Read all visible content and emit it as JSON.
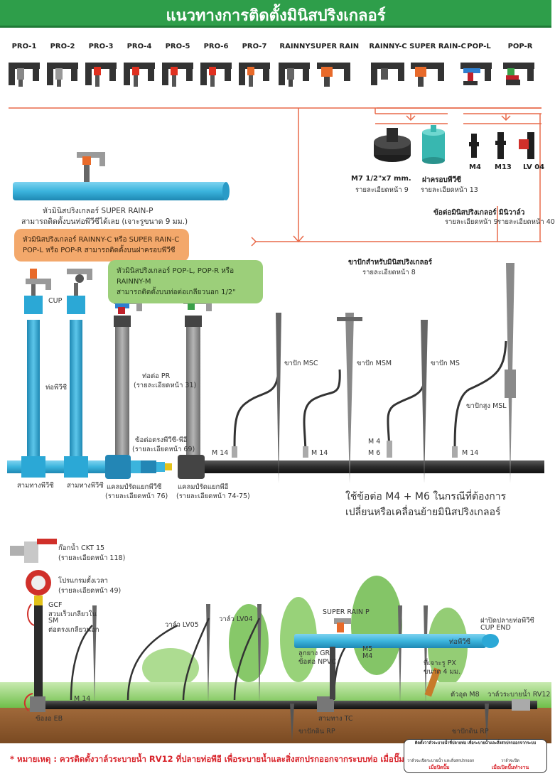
{
  "page_title": "แนวทางการติดตั้งมินิสปริงเกลอร์",
  "models": [
    "PRO-1",
    "PRO-2",
    "PRO-3",
    "PRO-4",
    "PRO-5",
    "PRO-6",
    "PRO-7",
    "RAINNY",
    "SUPER RAIN",
    "RAINNY-C",
    "SUPER RAIN-C",
    "POP-L",
    "POP-R"
  ],
  "accessories": {
    "m7": {
      "name": "M7  1/2\"x7 mm.",
      "ref": "รายละเอียดหน้า 9"
    },
    "cap": {
      "name": "ฝาครอบพีวีซี",
      "ref": "รายละเอียดหน้า 13"
    },
    "connectors": [
      "M4",
      "M13",
      "LV 04"
    ],
    "connector_caption": "ข้อต่อมินิสปริงเกลอร์",
    "connector_ref": "รายละเอียดหน้า 9",
    "valve_caption": "มินิวาล์ว",
    "valve_ref": "รายละเอียดหน้า 40"
  },
  "super_rain_p": {
    "line1": "หัวมินิสปริงเกลอร์ SUPER RAIN-P",
    "line2": "สามารถติดตั้งบนท่อพีวีซีได้เลย (เจาะรูขนาด 9 มม.)"
  },
  "bubble_orange": {
    "line1": "หัวมินิสปริงเกลอร์ RAINNY-C หรือ SUPER RAIN-C",
    "line2": "POP-L หรือ POP-R สามารถติดตั้งบนฝาครอบพีวีซี"
  },
  "bubble_green": {
    "line1": "หัวมินิสปริงเกลอร์ POP-L, POP-R หรือ RAINNY-M",
    "line2": "สามารถติดตั้งบนท่อต่อเกลียวนอก 1/2\""
  },
  "stakes_section": {
    "title": "ขาปักสำหรับมินิสปริงเกลอร์",
    "ref": "รายละเอียดหน้า 8"
  },
  "middle_labels": {
    "cup": "CUP",
    "pvc_pipe": "ท่อพีวีซี",
    "pr_pipe": "ท่อต่อ PR",
    "pr_ref": "(รายละเอียดหน้า 31)",
    "straight": "ข้อต่อตรงพีวีซี-พีอี",
    "straight_ref": "(รายละเอียดหน้า 69)",
    "tee1": "สามทางพีวีซี",
    "tee2": "สามทางพีวีซี",
    "clamp_pvc": "แคลมป์รัดแยกพีวีซี",
    "clamp_pvc_ref": "(รายละเอียดหน้า 76)",
    "clamp_pe": "แคลมป์รัดแยกพีอี",
    "clamp_pe_ref": "(รายละเอียดหน้า 74-75)",
    "msc": "ขาปัก MSC",
    "msm": "ขาปัก MSM",
    "ms": "ขาปัก MS",
    "msl": "ขาปักสูง MSL",
    "m14a": "M 14",
    "m14b": "M 14",
    "m14c": "M 14",
    "m4": "M 4",
    "m6": "M 6"
  },
  "note_big": {
    "line1": "ใช้ข้อต่อ M4 + M6 ในกรณีที่ต้องการ",
    "line2": "เปลี่ยนหรือเคลื่อนย้ายมินิสปริงเกลอร์"
  },
  "bottom_labels": {
    "faucet": "ก๊อกน้ำ CKT 15",
    "faucet_ref": "(รายละเอียดหน้า 118)",
    "timer": "โปรแกรมตั้งเวลา",
    "timer_ref": "(รายละเอียดหน้า 49)",
    "gcf": "GCF",
    "gcf_desc": "สวมเร็วเกลียวใน",
    "sm": "SM",
    "sm_desc": "ต่อตรงเกลียวนอก",
    "lv05": "วาล์ว LV05",
    "lv04": "วาล์ว LV04",
    "super_rain_p": "SUPER RAIN P",
    "rubber_gr": "ลูกยาง GR",
    "npvc": "ข้อต่อ NPVC",
    "m5": "M5",
    "m4": "M4",
    "cup_end": "ฝาปิดปลายท่อพีวีซี",
    "cup_end_en": "CUP END",
    "pvc_pipe": "ท่อพีวีซี",
    "px": "ที่เจาะรู PX",
    "px_size": "ขนาด 4 มม.",
    "m8": "ตัวอุด M8",
    "rv12": "วาล์วระบายน้ำ RV12",
    "m14": "M 14",
    "eb": "ข้องอ EB",
    "tc": "สามทาง TC",
    "rp1": "ขาปักดิน RP",
    "rp2": "ขาปักดิน RP"
  },
  "footer": "* หมายเหตุ : ควรติดตั้งวาล์วระบายน้ำ RV12 ที่ปลายท่อพีอี เพื่อระบายน้ำและสิ่งสกปรกออกจากระบบท่อ เมื่อปั๊มหยุดทำงาน",
  "legend": {
    "title": "ติดตั้งวาล์วระบายน้ำที่ปลายท่อ เพื่อระบายน้ำและสิ่งสกปรกออกจากระบบ",
    "left_caption": "วาล์วจะเปิดระบายน้ำ และสิ่งสกปรกออก",
    "left_state": "เมื่อปิดปั๊ม",
    "right_caption": "วาล์วจะปิด",
    "right_state": "เมื่อเปิดปั๊มทำงาน"
  },
  "colors": {
    "title_green": "#2e9e4a",
    "pvc_blue": "#3bb4dd",
    "pe_black": "#2b2b2b",
    "orange_bubble": "#f3a86b",
    "green_bubble": "#9ccf7a",
    "note_red": "#d8232a",
    "soil": "#8b5a2b"
  }
}
